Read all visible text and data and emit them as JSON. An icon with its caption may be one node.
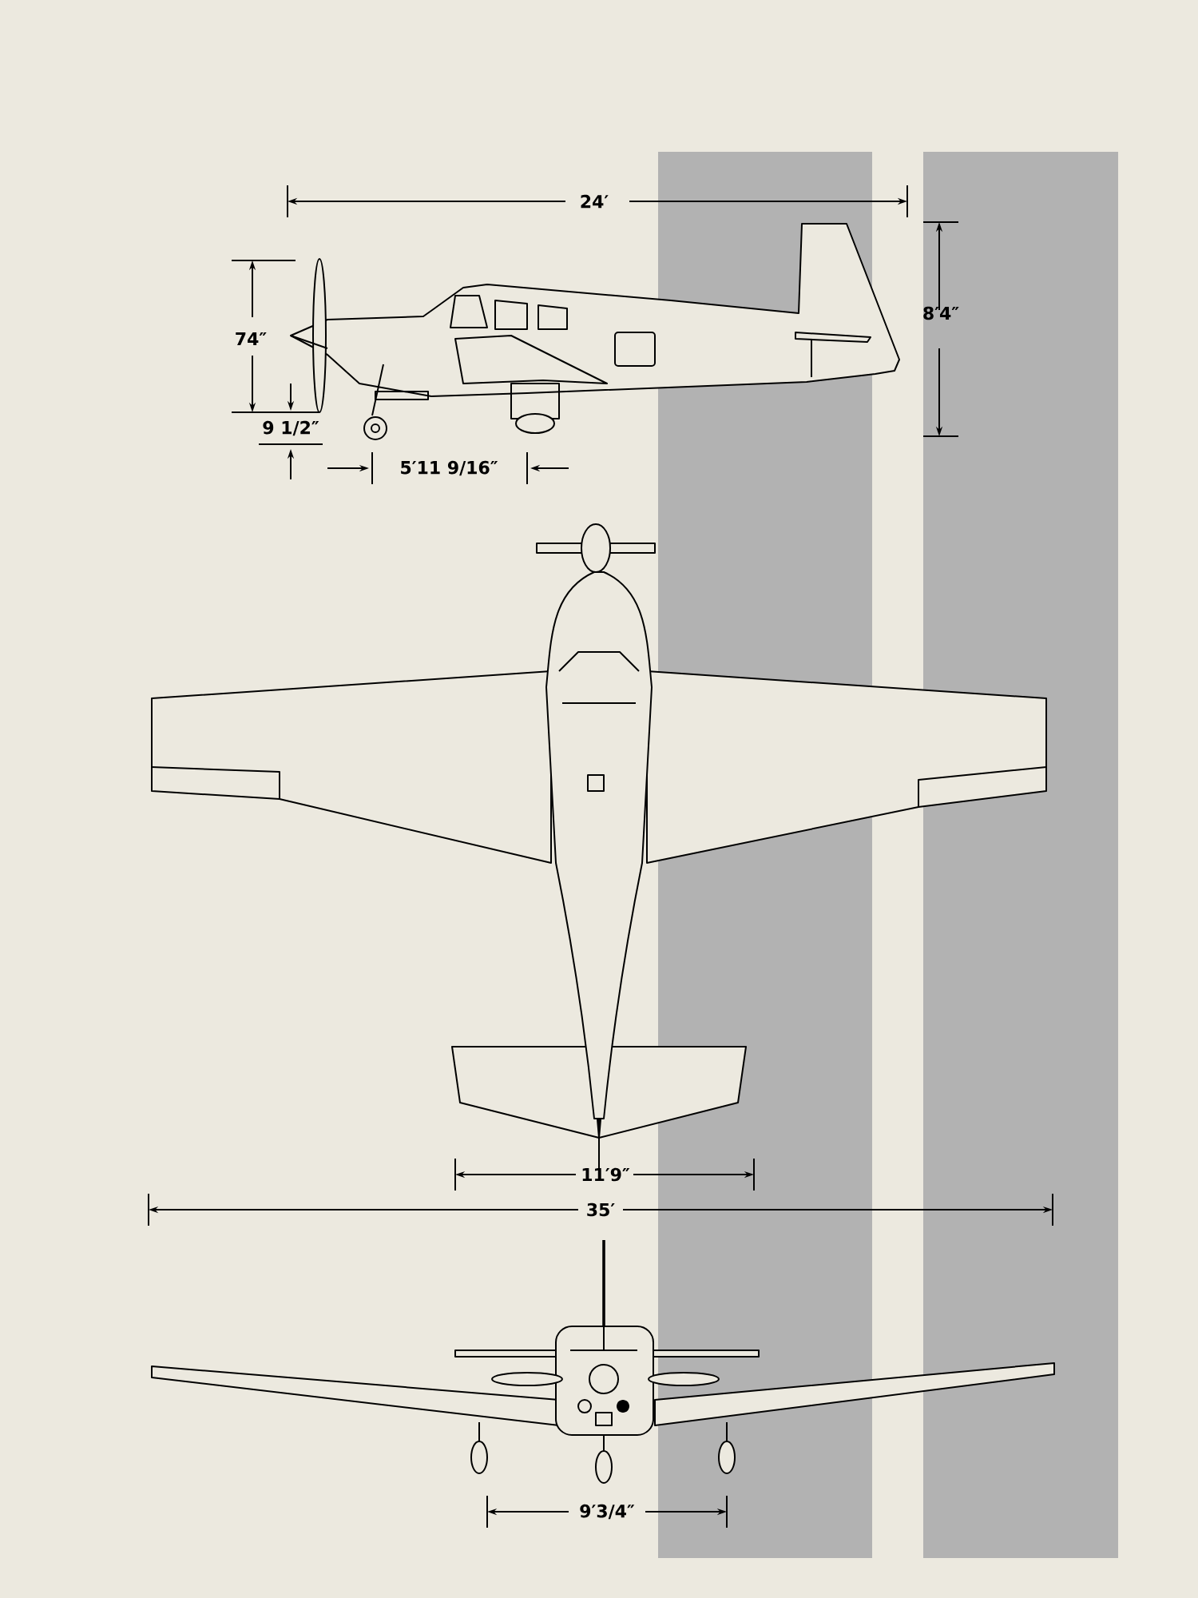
{
  "diagram": {
    "labels": [
      "24′",
      "74″",
      "8′4″",
      "9 1/2″",
      "5′11 9/16″",
      "11′9″",
      "35′",
      "9′3/4″"
    ]
  }
}
